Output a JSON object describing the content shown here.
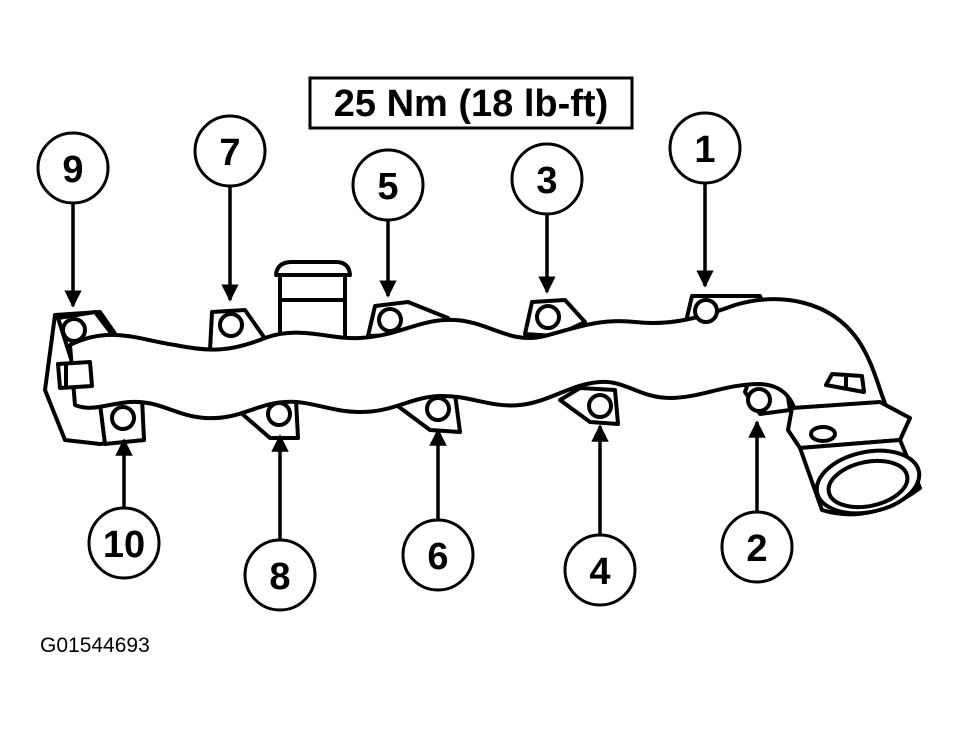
{
  "torque_spec": "25 Nm (18 lb-ft)",
  "figure_id": "G01544693",
  "colors": {
    "ink": "#000000",
    "fill": "#ffffff"
  },
  "bolts": [
    {
      "label": "1"
    },
    {
      "label": "2"
    },
    {
      "label": "3"
    },
    {
      "label": "4"
    },
    {
      "label": "5"
    },
    {
      "label": "6"
    },
    {
      "label": "7"
    },
    {
      "label": "8"
    },
    {
      "label": "9"
    },
    {
      "label": "10"
    }
  ]
}
